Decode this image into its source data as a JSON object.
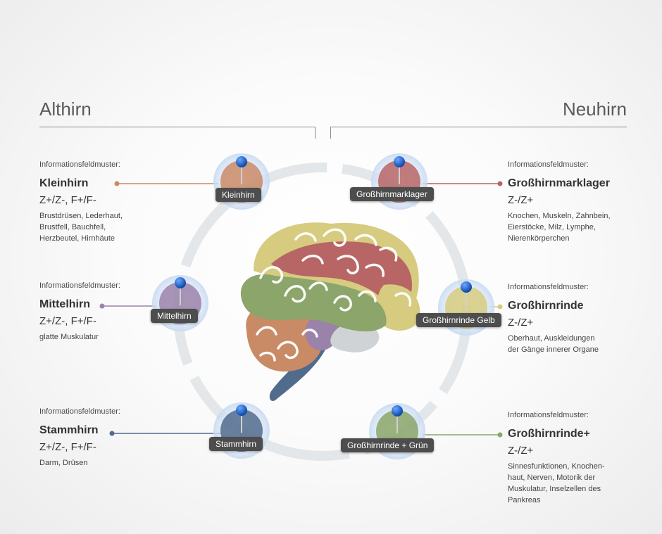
{
  "header": {
    "left_title": "Althirn",
    "right_title": "Neuhirn"
  },
  "colors": {
    "kleinhirn": "#c98a66",
    "mittelhirn": "#9a82a9",
    "stammhirn": "#516b8d",
    "grosshirnmarklager": "#b76565",
    "grosshirnrinde_gelb": "#d6cb7f",
    "grosshirnrinde_gruen": "#8ba56a",
    "ring": "#e4e8ea",
    "pin": "#1a5fc7"
  },
  "regions": [
    {
      "id": "kleinhirn",
      "field_label": "Informationsfeldmuster:",
      "name": "Kleinhirn",
      "code": "Z+/Z-, F+/F-",
      "description": [
        "Brustdrüsen, Lederhaut,",
        "Brustfell, Bauchfell,",
        "Herzbeutel, Hirnhäute"
      ],
      "tag": "Kleinhirn"
    },
    {
      "id": "mittelhirn",
      "field_label": "Informationsfeldmuster:",
      "name": "Mittelhirn",
      "code": "Z+/Z-, F+/F-",
      "description": [
        "glatte Muskulatur"
      ],
      "tag": "Mittelhirn"
    },
    {
      "id": "stammhirn",
      "field_label": "Informationsfeldmuster:",
      "name": "Stammhirn",
      "code": "Z+/Z-, F+/F-",
      "description": [
        "Darm, Drüsen"
      ],
      "tag": "Stammhirn"
    },
    {
      "id": "grosshirnmarklager",
      "field_label": "Informationsfeldmuster:",
      "name": "Großhirnmarklager",
      "code": "Z-/Z+",
      "description": [
        "Knochen, Muskeln, Zahnbein,",
        "Eierstöcke, Milz, Lymphe,",
        "Nierenkörperchen"
      ],
      "tag": "Großhirnmarklager"
    },
    {
      "id": "grosshirnrinde_gelb",
      "field_label": "Informationsfeldmuster:",
      "name": "Großhirnrinde",
      "code": "Z-/Z+",
      "description": [
        "Oberhaut, Auskleidungen",
        "der Gänge innerer Organe"
      ],
      "tag": "Großhirnrinde Gelb"
    },
    {
      "id": "grosshirnrinde_gruen",
      "field_label": "Informationsfeldmuster:",
      "name": "Großhirnrinde+",
      "code": "Z-/Z+",
      "description": [
        "Sinnesfunktionen, Knochen-",
        "haut, Nerven, Motorik der",
        "Muskulatur, Inselzellen des",
        "Pankreas"
      ],
      "tag": "Großhirnrinde + Grün"
    }
  ],
  "icons": {
    "pin": "map-pin-icon",
    "brain": "brain-illustration"
  }
}
